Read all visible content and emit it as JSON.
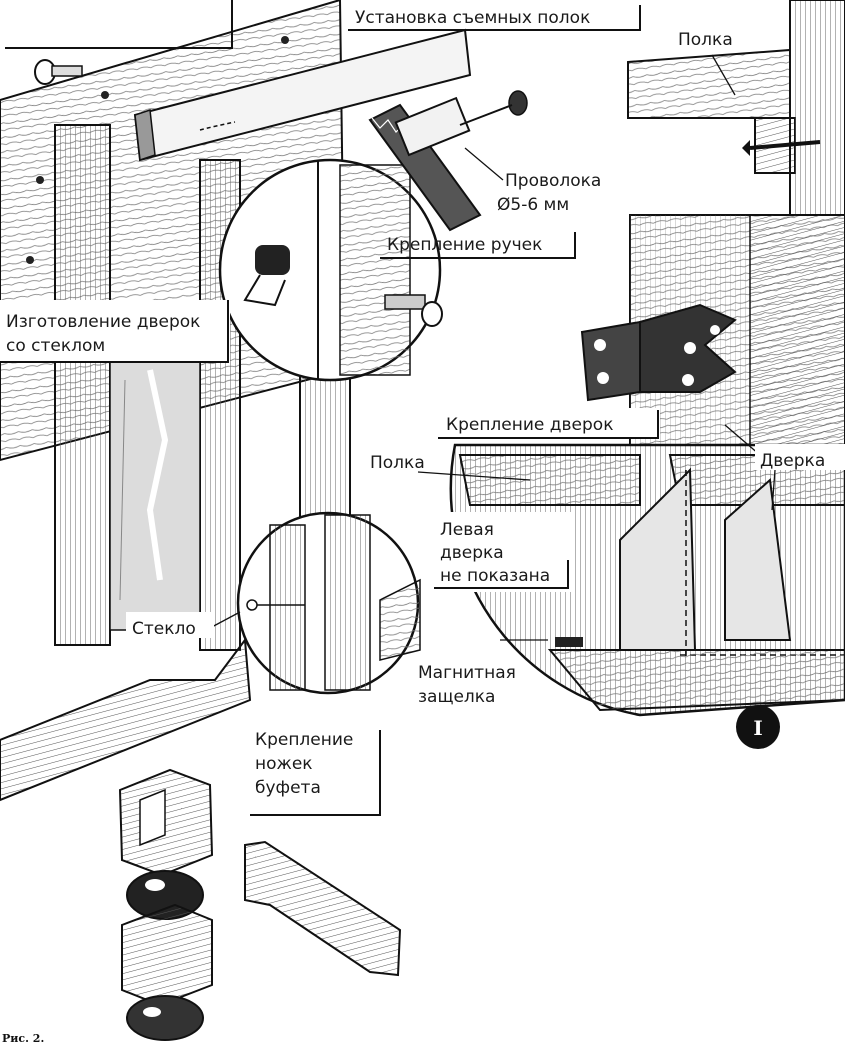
{
  "figure": {
    "caption": "Рис. 2.",
    "badge": "I"
  },
  "labels": {
    "shelves_install": "Установка съемных полок",
    "shelf_top": "Полка",
    "wire_1": "Проволока",
    "wire_2": "Ø5-6 мм",
    "handles": "Крепление ручек",
    "doors_glass_1": "Изготовление дверок",
    "doors_glass_2": "со стеклом",
    "doors_mount": "Крепление дверок",
    "shelf_mid": "Полка",
    "door": "Дверка",
    "left_door_1": "Левая",
    "left_door_2": "дверка",
    "left_door_3": "не показана",
    "glass": "Стекло",
    "latch_1": "Магнитная",
    "latch_2": "защелка",
    "legs_1": "Крепление",
    "legs_2": "ножек",
    "legs_3": "буфета"
  }
}
